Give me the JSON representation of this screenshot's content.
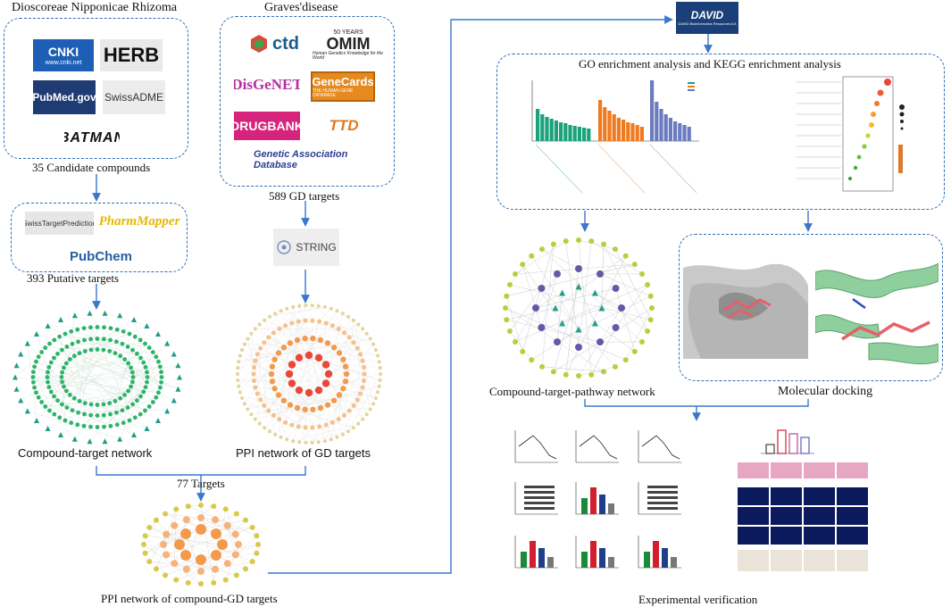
{
  "labels": {
    "dioscoreae": "Dioscoreae Nipponicae Rhizoma",
    "graves": "Graves'disease",
    "candidates": "35 Candidate compounds",
    "gd_targets": "589 GD targets",
    "putative": "393 Putative targets",
    "go_kegg": "GO enrichment analysis and KEGG enrichment analysis",
    "compound_target": "Compound-target network",
    "ppi_gd": "PPI network of GD targets",
    "targets77": "77 Targets",
    "ppi_compound_gd": "PPI network of compound-GD targets",
    "ctp_network": "Compound-target-pathway network",
    "docking": "Molecular docking",
    "experimental": "Experimental verification"
  },
  "logos": {
    "cnki": "CNKI",
    "cnki_sub": "www.cnki.net",
    "herb": "HERB",
    "pubmed": "PubMed.gov",
    "swissadme": "SwissADME",
    "batman": "BATMAN",
    "ctd": "ctd",
    "omim": "OMIM",
    "omim_sub": "Human Genetics Knowledge for the World",
    "omim_years": "50 YEARS",
    "disgenet": "DisGeNET",
    "genecards": "GeneCards",
    "genecards_sub": "THE HUMAN GENE DATABASE",
    "drugbank": "DRUGBANK",
    "ttd": "TTD",
    "gad": "Genetic Association Database",
    "swisstarget": "SwissTargetPrediction",
    "pharmmapper": "PharmMapper",
    "pubchem": "PubChem",
    "string": "STRING",
    "david": "DAVID",
    "david_sub": "DAVID Bioinformatics Resources 6.8"
  },
  "colors": {
    "dash": "#2f6db3",
    "arrow": "#3a78c9",
    "go_bp": "#1aa37a",
    "go_cc": "#f07a1e",
    "go_mf": "#6b7bc0",
    "green_node": "#2db36b",
    "orange_node": "#f39a4b",
    "red_node": "#e8473a"
  }
}
